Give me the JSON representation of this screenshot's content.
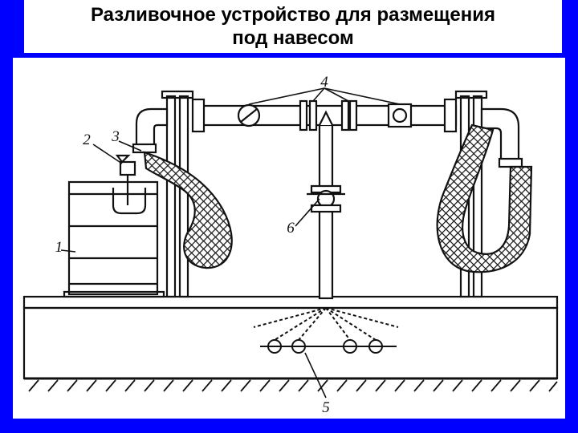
{
  "title": {
    "line1": "Разливочное устройство для размещения",
    "line2": "под навесом"
  },
  "diagram": {
    "labels": {
      "barrel": "1",
      "valve": "2",
      "spout": "3",
      "fittings": "4",
      "nozzles": "5",
      "vertical_valve": "6"
    }
  },
  "colors": {
    "background": "#0000ff",
    "panel": "#ffffff",
    "ink": "#111111"
  }
}
